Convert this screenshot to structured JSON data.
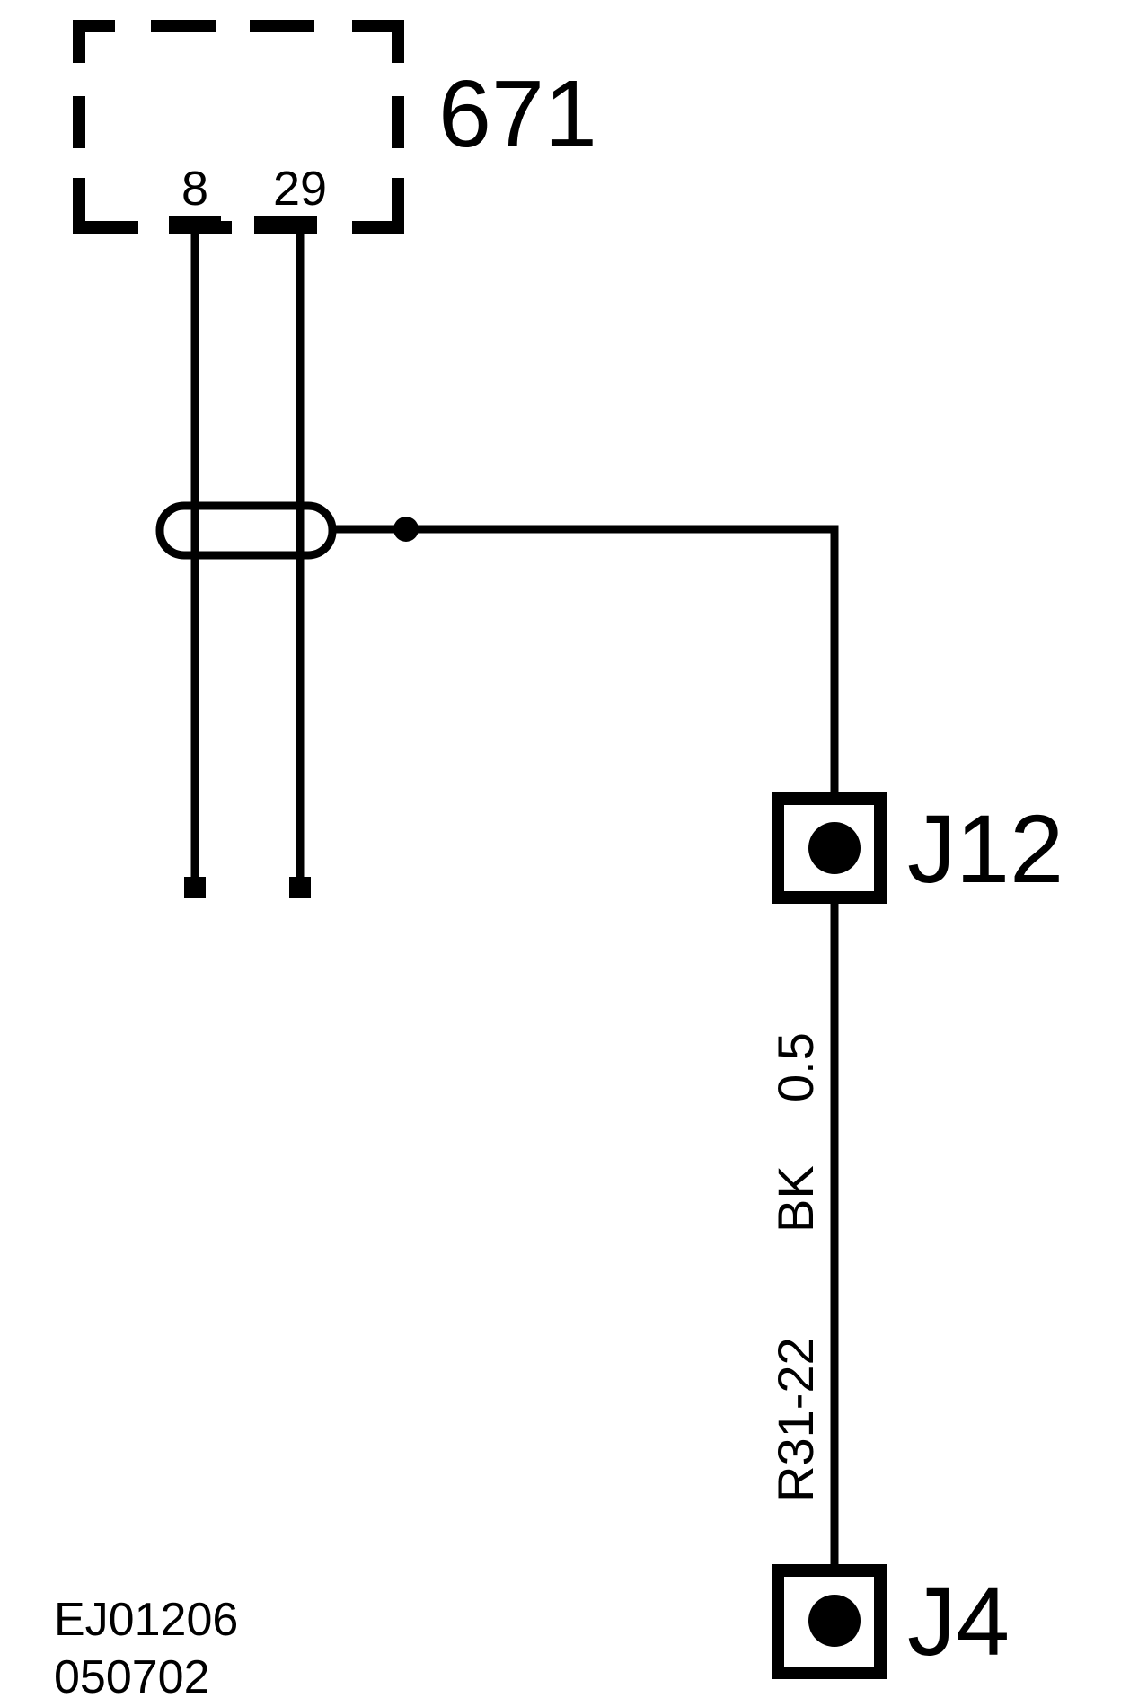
{
  "component": {
    "id": "671",
    "pins": [
      "8",
      "29"
    ]
  },
  "connectors": {
    "upper": "J12",
    "lower": "J4"
  },
  "wire": {
    "circuit": "R31-22",
    "color_code": "BK",
    "gauge": "0.5"
  },
  "figure": {
    "code": "EJ01206",
    "date": "050702"
  },
  "colors": {
    "line": "#000000",
    "background": "#ffffff"
  }
}
